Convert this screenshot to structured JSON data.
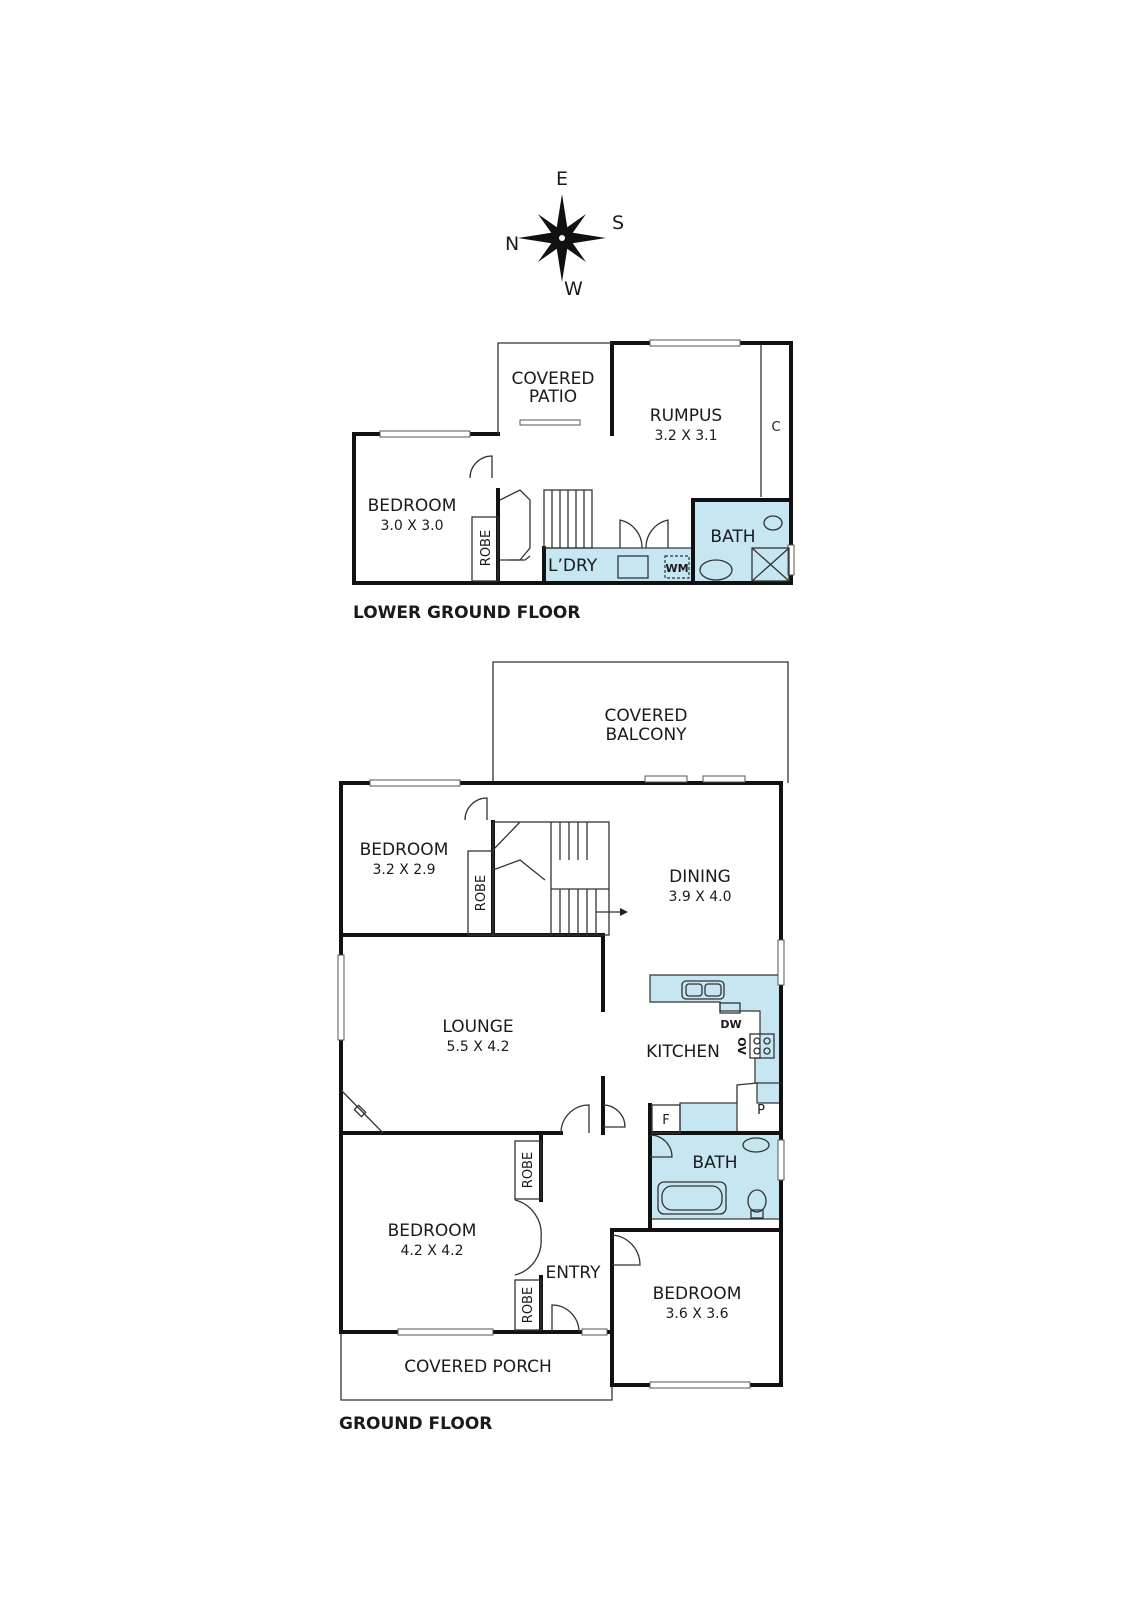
{
  "compass": {
    "north": "N",
    "east": "E",
    "south": "S",
    "west": "W"
  },
  "lower_ground": {
    "title": "LOWER GROUND FLOOR",
    "covered_patio": [
      "COVERED",
      "PATIO"
    ],
    "rumpus": {
      "name": "RUMPUS",
      "dims": "3.2 X 3.1"
    },
    "cupboard": "C",
    "bedroom": {
      "name": "BEDROOM",
      "dims": "3.0 X 3.0"
    },
    "robe": "ROBE",
    "laundry": "L’DRY",
    "washing_machine": "WM",
    "bath": "BATH"
  },
  "ground": {
    "title": "GROUND FLOOR",
    "covered_balcony": [
      "COVERED",
      "BALCONY"
    ],
    "bedroom_1": {
      "name": "BEDROOM",
      "dims": "3.2 X 2.9"
    },
    "robe_1": "ROBE",
    "dining": {
      "name": "DINING",
      "dims": "3.9 X 4.0"
    },
    "lounge": {
      "name": "LOUNGE",
      "dims": "5.5 X 4.2"
    },
    "kitchen": "KITCHEN",
    "dishwasher": "DW",
    "oven": "OV",
    "pantry": "P",
    "fridge": "F",
    "bath": "BATH",
    "robe_2": "ROBE",
    "robe_3": "ROBE",
    "bedroom_2": {
      "name": "BEDROOM",
      "dims": "4.2 X 4.2"
    },
    "entry": "ENTRY",
    "bedroom_3": {
      "name": "BEDROOM",
      "dims": "3.6 X 3.6"
    },
    "covered_porch": "COVERED PORCH"
  }
}
